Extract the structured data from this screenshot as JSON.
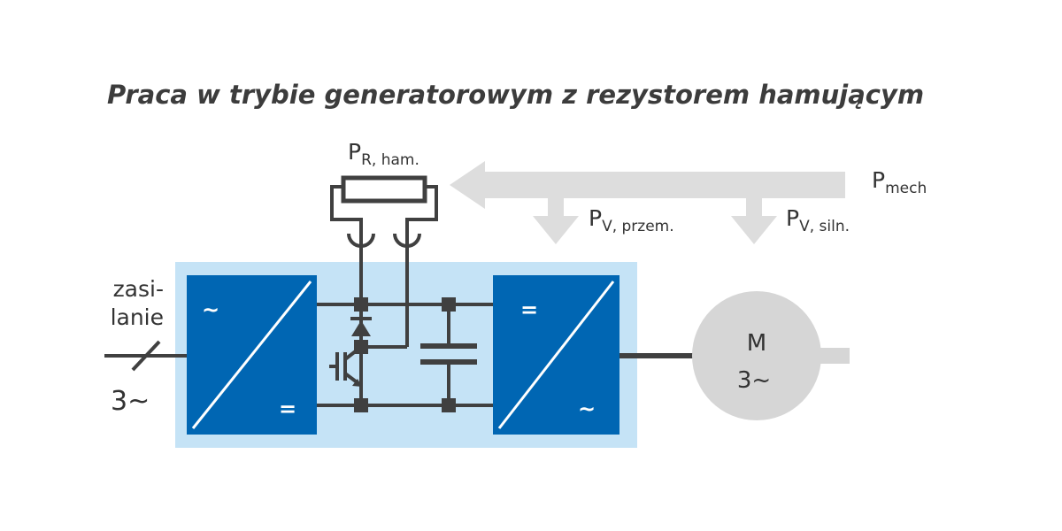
{
  "title": "Praca w trybie generatorowym z rezystorem hamującym",
  "labels": {
    "p_brake_main": "P",
    "p_brake_sub": "R, ham.",
    "p_mech_main": "P",
    "p_mech_sub": "mech",
    "p_loss_conv_main": "P",
    "p_loss_conv_sub": "V, przem.",
    "p_loss_motor_main": "P",
    "p_loss_motor_sub": "V, siln.",
    "supply_line1": "zasi-",
    "supply_line2": "lanie",
    "supply_phase": "3~"
  },
  "rectifier": {
    "top_symbol": "~",
    "bottom_symbol": "="
  },
  "inverter": {
    "top_symbol": "=",
    "bottom_symbol": "~"
  },
  "motor": {
    "letter": "M",
    "phase": "3~"
  },
  "colors": {
    "converter_bg": "#c5e3f6",
    "block_blue": "#0066b3",
    "arrow_gray": "#dddddd",
    "motor_gray": "#d6d6d6",
    "wire": "#404040"
  }
}
